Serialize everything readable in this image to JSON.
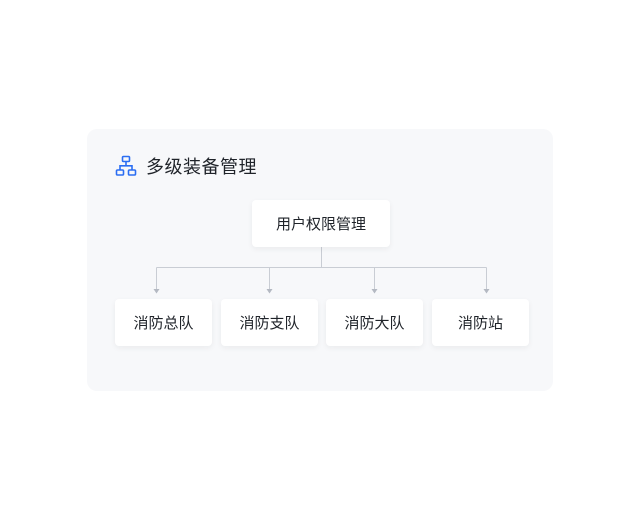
{
  "header": {
    "title": "多级装备管理",
    "icon": "org-chart-icon",
    "accent_color": "#2b6ef2"
  },
  "tree": {
    "root": "用户权限管理",
    "children": [
      "消防总队",
      "消防支队",
      "消防大队",
      "消防站"
    ]
  },
  "colors": {
    "card_bg": "#f7f8fa",
    "node_bg": "#ffffff",
    "text": "#1f2329",
    "line": "#c9cdd4"
  }
}
